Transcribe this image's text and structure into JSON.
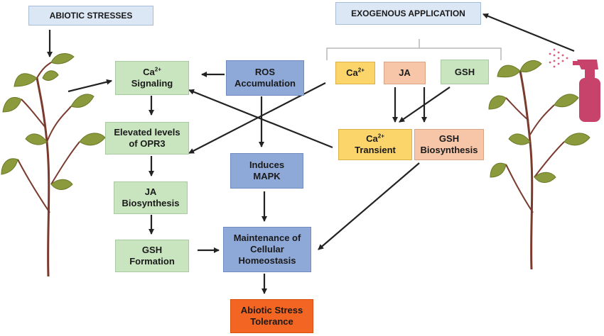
{
  "header": {
    "abiotic_stresses": "ABIOTIC STRESSES",
    "exogenous_application": "EXOGENOUS APPLICATION"
  },
  "exogenous": {
    "ca_base": "Ca",
    "ca_sup": "2+",
    "ja": "JA",
    "gsh": "GSH"
  },
  "pathway_left": {
    "ca_signaling_base": "Ca",
    "ca_signaling_sup": "2+",
    "ca_signaling_label": "Signaling",
    "opr3_line1": "Elevated levels",
    "opr3_line2": "of OPR3",
    "ja_bio_line1": "JA",
    "ja_bio_line2": "Biosynthesis",
    "gsh_form_line1": "GSH",
    "gsh_form_line2": "Formation"
  },
  "pathway_center": {
    "ros_line1": "ROS",
    "ros_line2": "Accumulation",
    "mapk_line1": "Induces",
    "mapk_line2": "MAPK",
    "homeo_line1": "Maintenance of",
    "homeo_line2": "Cellular",
    "homeo_line3": "Homeostasis",
    "tol_line1": "Abiotic Stress",
    "tol_line2": "Tolerance"
  },
  "pathway_right": {
    "ca_transient_base": "Ca",
    "ca_transient_sup": "2+",
    "ca_transient_label": "Transient",
    "gsh_bio_line1": "GSH",
    "gsh_bio_line2": "Biosynthesis"
  },
  "colors": {
    "green_box": "#c9e5c0",
    "blue_box": "#8ea9d8",
    "yellow_box": "#fcd56a",
    "peach_box": "#f7c6a8",
    "header_box": "#dbe7f5",
    "tolerance_box": "#f26522",
    "sprayer": "#c8436b"
  }
}
